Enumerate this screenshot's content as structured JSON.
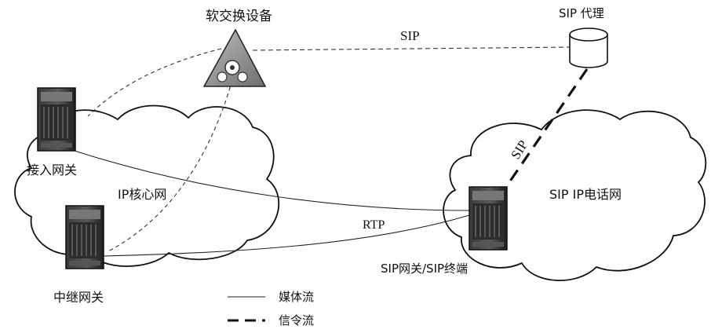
{
  "labels": {
    "softswitch": "软交换设备",
    "sip_proxy": "SIP 代理",
    "sip_top": "SIP",
    "sip_diag": "SIP",
    "access_gw": "接入网关",
    "ip_core": "IP核心网",
    "trunk_gw": "中继网关",
    "rtp": "RTP",
    "sip_phone_net": "SIP IP电话网",
    "sip_gw_terminal": "SIP网关/SIP终端"
  },
  "legend": {
    "media_flow": "媒体流",
    "signal_flow": "信令流"
  }
}
